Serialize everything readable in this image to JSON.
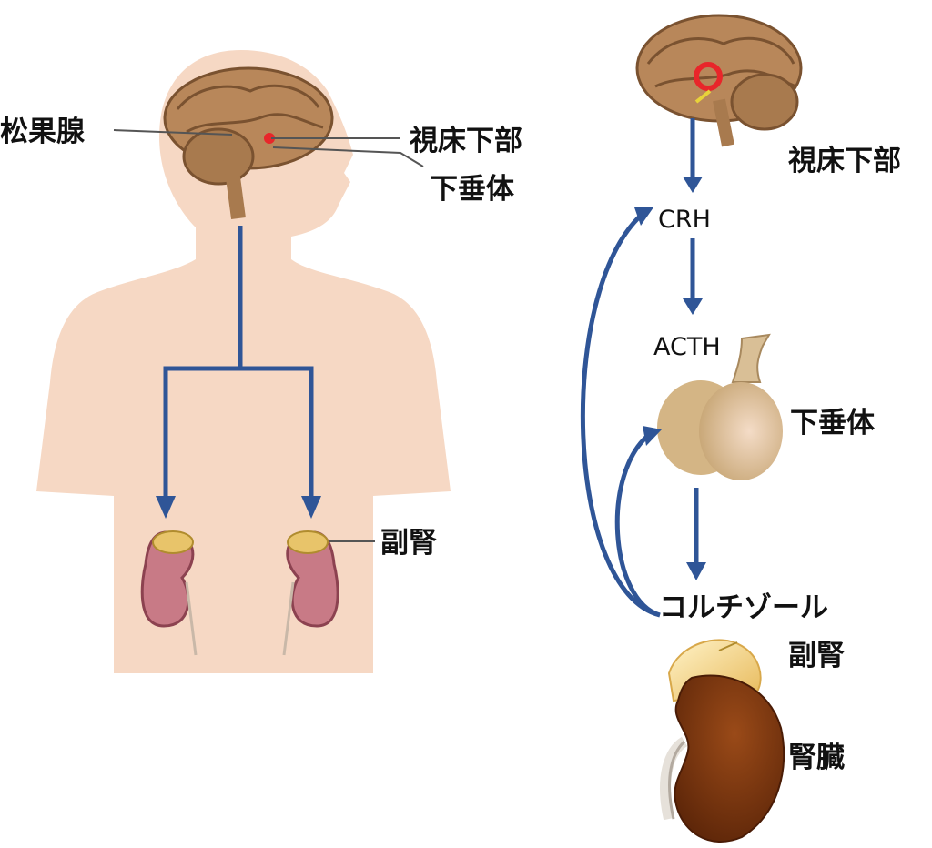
{
  "colors": {
    "arrow": "#2f5597",
    "skin": "#f6d8c4",
    "brain": "#b8875a",
    "brain_dark": "#7a5230",
    "kidney_left": "#c87a86",
    "adrenal": "#e8c46a",
    "hypothalamus_marker": "#e8262a",
    "pituitary": "#d9bf96",
    "kidney_right": "#7a3510"
  },
  "left_panel": {
    "labels": {
      "pineal": "松果腺",
      "hypothalamus": "視床下部",
      "pituitary": "下垂体",
      "adrenal": "副腎"
    },
    "icons": [
      "human-body-silhouette",
      "brain-icon",
      "kidney-icon",
      "adrenal-gland-icon"
    ]
  },
  "right_panel": {
    "labels": {
      "hypothalamus": "視床下部",
      "crh": "CRH",
      "acth": "ACTH",
      "pituitary": "下垂体",
      "cortisol": "コルチゾール",
      "adrenal": "副腎",
      "kidney": "腎臓"
    },
    "icons": [
      "brain-icon",
      "hypothalamus-marker-icon",
      "pituitary-gland-icon",
      "kidney-icon",
      "adrenal-gland-icon"
    ]
  }
}
